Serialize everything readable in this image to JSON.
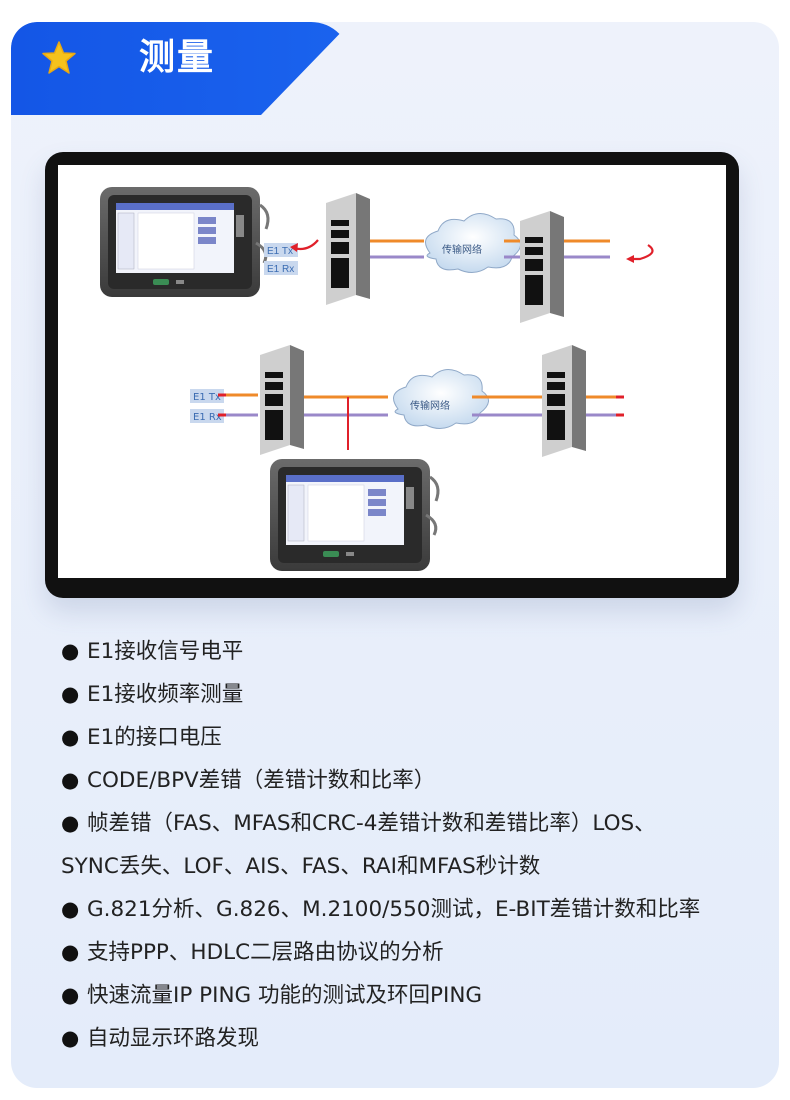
{
  "header": {
    "title": "测量",
    "icon": "star-icon"
  },
  "diagram": {
    "tx_label": "E1 Tx",
    "rx_label": "E1 Rx",
    "cloud_label": "传输网络",
    "colors": {
      "tx_line": "#ef8a2a",
      "rx_line": "#9a88c9",
      "loop": "#e0202a",
      "tap": "#e0202a"
    }
  },
  "features": [
    {
      "text": "E1接收信号电平"
    },
    {
      "text": "E1接收频率测量"
    },
    {
      "text": "E1的接口电压"
    },
    {
      "text": "CODE/BPV差错（差错计数和比率）"
    },
    {
      "text": "帧差错（FAS、MFAS和CRC-4差错计数和差错比率）LOS、"
    },
    {
      "text": "SYNC丢失、LOF、AIS、FAS、RAI和MFAS秒计数"
    },
    {
      "text": "G.821分析、G.826、M.2100/550测试，E-BIT差错计数和比率"
    },
    {
      "text": "支持PPP、HDLC二层路由协议的分析"
    },
    {
      "text": "快速流量IP PING 功能的测试及环回PING"
    },
    {
      "text": "自动显示环路发现"
    }
  ],
  "bullet": "●"
}
